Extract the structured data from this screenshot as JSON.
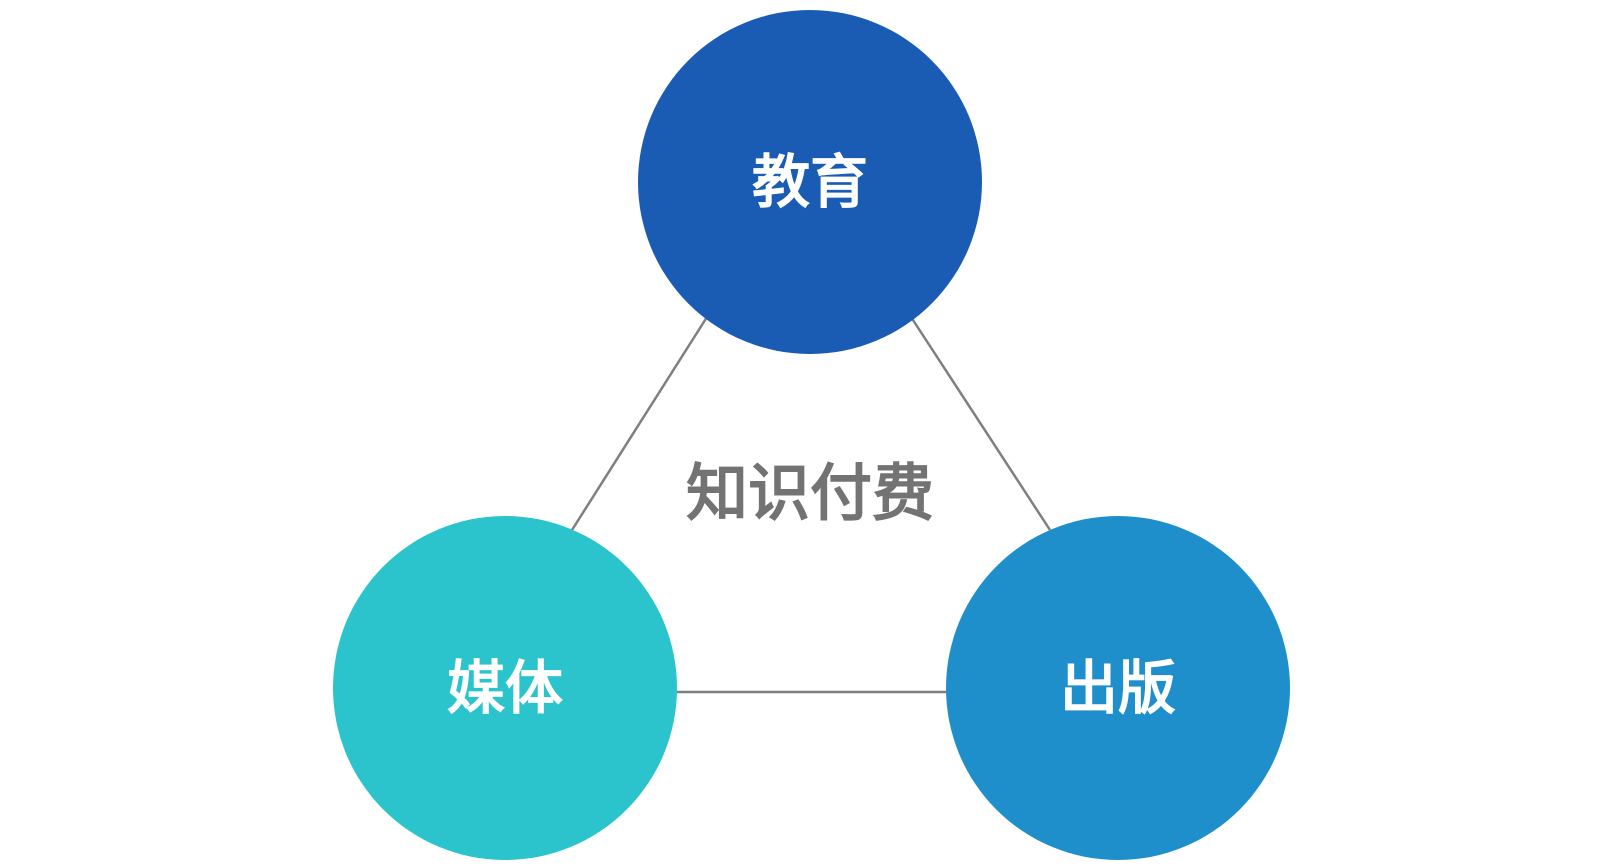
{
  "diagram": {
    "center_label": "知识付费",
    "nodes": {
      "top": {
        "label": "教育",
        "color": "#1a5cb3"
      },
      "left": {
        "label": "媒体",
        "color": "#2bc4cc"
      },
      "right": {
        "label": "出版",
        "color": "#1f8fcc"
      }
    },
    "connector_color": "#7f7f7f"
  }
}
